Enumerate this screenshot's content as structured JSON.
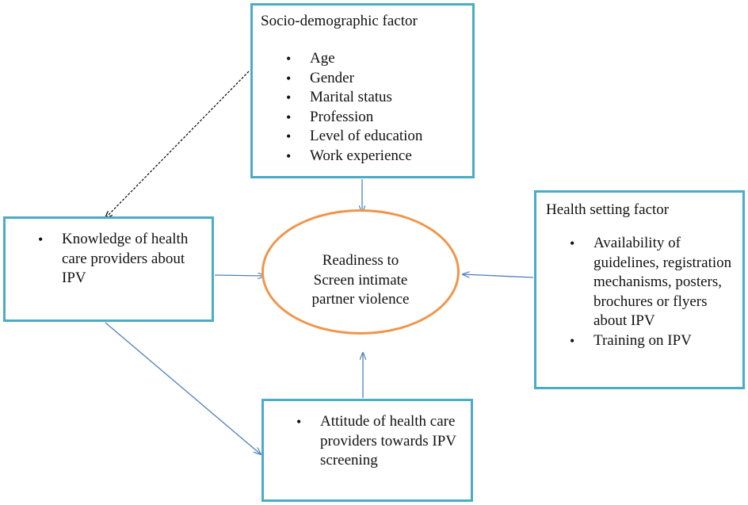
{
  "socio": {
    "title": "Socio-demographic factor",
    "items": [
      "Age",
      "Gender",
      "Marital status",
      "Profession",
      "Level of education",
      "Work experience"
    ]
  },
  "knowledge": {
    "items": [
      "Knowledge of health care providers about IPV"
    ]
  },
  "health": {
    "title": "Health setting factor",
    "items": [
      "Availability of guidelines, registration mechanisms, posters, brochures or flyers about IPV",
      "Training on IPV"
    ]
  },
  "attitude": {
    "items": [
      "Attitude of health care providers towards  IPV screening"
    ]
  },
  "readiness": {
    "label_lines": [
      "Readiness to",
      "Screen intimate",
      "partner violence"
    ]
  },
  "colors": {
    "box_border": "#4aacc5",
    "ellipse_border": "#f0954a",
    "arrow": "#4f81bd",
    "dashed_arrow": "#000000"
  }
}
